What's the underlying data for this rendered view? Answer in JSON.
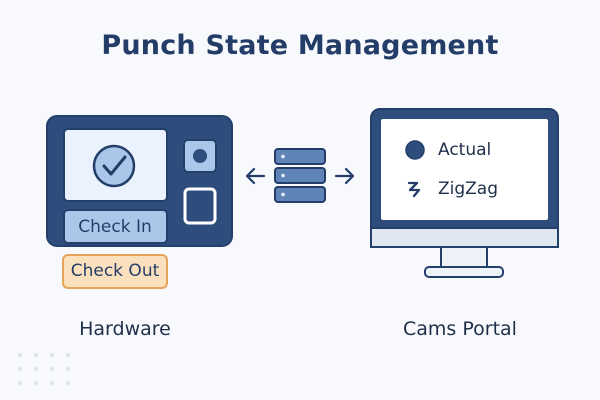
{
  "title": "Punch State Management",
  "hardware": {
    "label": "Hardware",
    "check_in_label": "Check In",
    "check_out_label": "Check Out"
  },
  "portal": {
    "label": "Cams Portal",
    "status_items": [
      {
        "label": "Actual",
        "icon": "circle-icon"
      },
      {
        "label": "ZigZag",
        "icon": "zigzag-icon"
      }
    ]
  },
  "colors": {
    "navy": "#2f4d7c",
    "light_blue": "#aac7ea",
    "pale_screen": "#eaf2fd",
    "orange_button": "#fbe0bd",
    "orange_border": "#e6a35a"
  }
}
